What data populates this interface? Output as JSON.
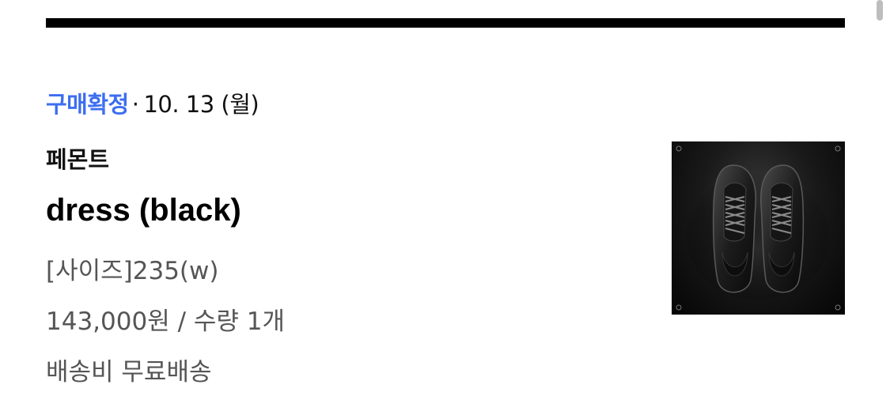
{
  "order": {
    "status": "구매확정",
    "separator": "·",
    "date": "10. 13 (월)"
  },
  "product": {
    "brand": "페몬트",
    "name": "dress (black)",
    "option": "[사이즈]235(w)",
    "price_line": "143,000원 / 수량 1개",
    "shipping": "배송비 무료배송",
    "image_icon": "black-sneakers-image"
  },
  "colors": {
    "status": "#3d6ef0",
    "secondary_text": "#555555",
    "rule": "#000000"
  }
}
